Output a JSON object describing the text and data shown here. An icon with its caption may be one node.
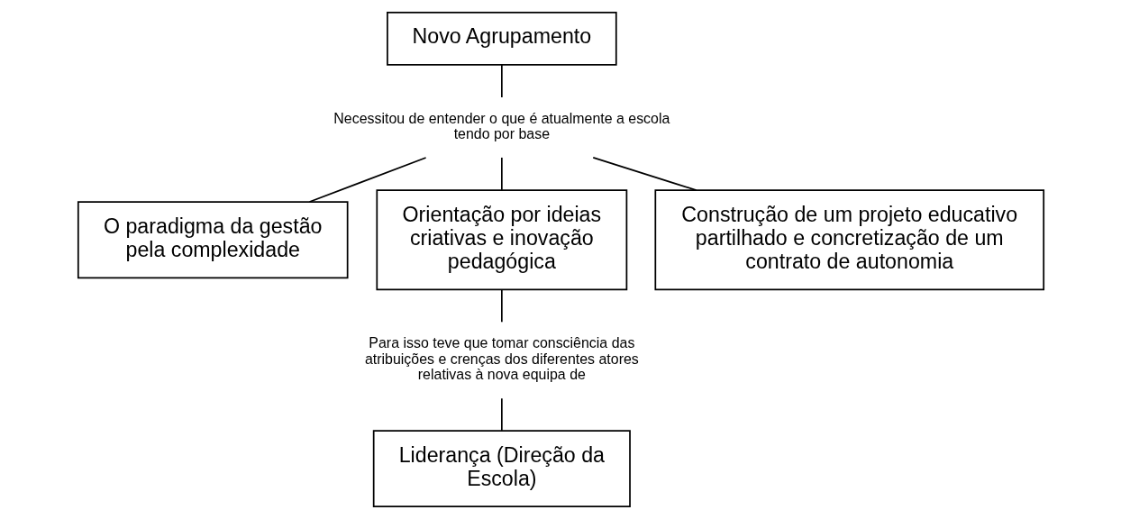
{
  "diagram": {
    "nodes": [
      {
        "text": [
          "Novo Agrupamento"
        ]
      },
      {
        "text": [
          "Necessitou de entender o que é atualmente a escola tendo por base"
        ]
      },
      {
        "text": [
          "O paradigma da gestão pela complexidade"
        ]
      },
      {
        "text": [
          "Orientação por ideias criativas e inovação pedagógica"
        ]
      },
      {
        "text": [
          "Construção de um projeto educativo partilhado e concretização de um contrato de autonomia"
        ]
      },
      {
        "text": [
          "Para isso teve que tomar consciência das atribuições e crenças dos diferentes atores relativas à nova equipa de"
        ]
      },
      {
        "text": [
          "Liderança (Direção da Escola)"
        ]
      }
    ],
    "edges": [
      {
        "from": 0,
        "to": 1,
        "arrow": "none"
      },
      {
        "from": 1,
        "to": 2,
        "arrow": "none"
      },
      {
        "from": 1,
        "to": 3,
        "arrow": "none"
      },
      {
        "from": 1,
        "to": 4,
        "arrow": "none"
      },
      {
        "from": 3,
        "to": 5,
        "arrow": "none"
      },
      {
        "from": 5,
        "to": 6,
        "arrow": "none"
      }
    ]
  }
}
